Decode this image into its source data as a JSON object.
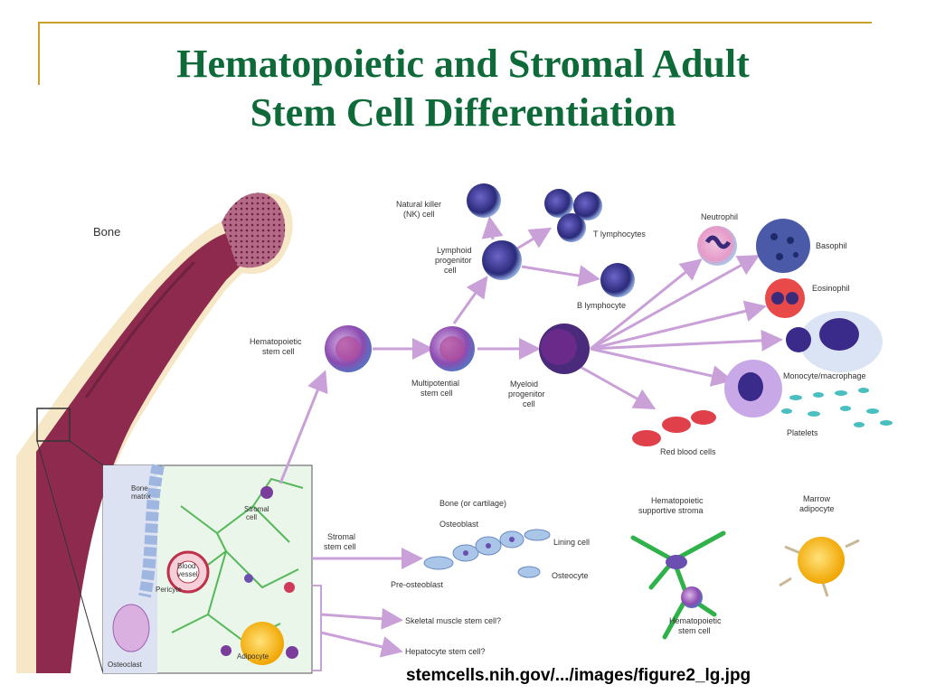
{
  "title": {
    "line1": "Hematopoietic and Stromal Adult",
    "line2": "Stem Cell Differentiation"
  },
  "labels": {
    "bone": "Bone",
    "nk_cell_1": "Natural killer",
    "nk_cell_2": "(NK) cell",
    "lymphoid_1": "Lymphoid",
    "lymphoid_2": "progenitor",
    "lymphoid_3": "cell",
    "t_lymphocytes": "T lymphocytes",
    "b_lymphocyte": "B lymphocyte",
    "hsc_1": "Hematopoietic",
    "hsc_2": "stem cell",
    "multipotential_1": "Multipotential",
    "multipotential_2": "stem cell",
    "myeloid_1": "Myeloid",
    "myeloid_2": "progenitor",
    "myeloid_3": "cell",
    "neutrophil": "Neutrophil",
    "basophil": "Basophil",
    "eosinophil": "Eosinophil",
    "monocyte": "Monocyte/macrophage",
    "platelets": "Platelets",
    "rbc": "Red blood cells",
    "bone_matrix_1": "Bone",
    "bone_matrix_2": "matrix",
    "stromal_cell_1": "Stromal",
    "stromal_cell_2": "cell",
    "blood_vessel_1": "Blood",
    "blood_vessel_2": "vessel",
    "pericyte": "Pericyte",
    "osteoclast": "Osteoclast",
    "adipocyte": "Adipocyte",
    "stromal_stem_1": "Stromal",
    "stromal_stem_2": "stem cell",
    "bone_cartilage": "Bone (or cartilage)",
    "osteoblast": "Osteoblast",
    "lining_cell": "Lining cell",
    "pre_osteoblast": "Pre-osteoblast",
    "osteocyte": "Osteocyte",
    "supportive_1": "Hematopoietic",
    "supportive_2": "supportive stroma",
    "marrow_adipocyte_1": "Marrow",
    "marrow_adipocyte_2": "adipocyte",
    "hsc_small_1": "Hematopoietic",
    "hsc_small_2": "stem cell",
    "skeletal": "Skeletal muscle stem cell?",
    "hepatocyte": "Hepatocyte stem cell?"
  },
  "source": "stemcells.nih.gov/.../images/figure2_lg.jpg",
  "colors": {
    "title": "#0f6a3a",
    "accent_line": "#c9a227",
    "bone": "#8e2a4e",
    "arrow": "#c9a0d8"
  }
}
